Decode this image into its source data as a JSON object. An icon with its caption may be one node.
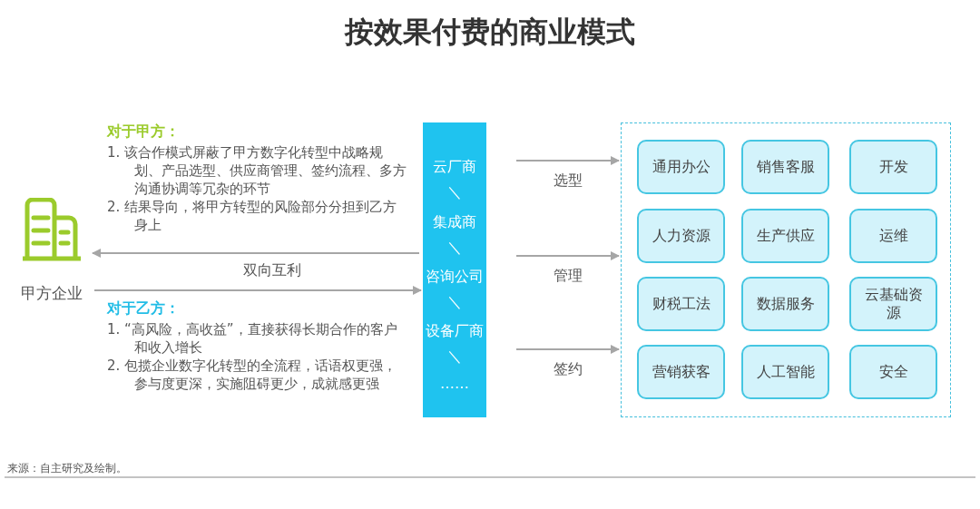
{
  "diagram": {
    "title": "按效果付费的商业模式",
    "nodes": [
      {
        "text": [
          "甲方企业"
        ]
      },
      {
        "text": [
          "云厂商",
          "＼",
          "集成商",
          "＼",
          "咨询公司",
          "＼",
          "设备厂商",
          "＼",
          "……"
        ]
      },
      {
        "text": [],
        "shape": "box"
      },
      {
        "text": [
          "通用办公"
        ],
        "in": 2
      },
      {
        "text": [
          "销售客服"
        ],
        "in": 2
      },
      {
        "text": [
          "开发"
        ],
        "in": 2
      },
      {
        "text": [
          "人力资源"
        ],
        "in": 2
      },
      {
        "text": [
          "生产供应"
        ],
        "in": 2
      },
      {
        "text": [
          "运维"
        ],
        "in": 2
      },
      {
        "text": [
          "财税工法"
        ],
        "in": 2
      },
      {
        "text": [
          "数据服务"
        ],
        "in": 2
      },
      {
        "text": [
          "云基础资源"
        ],
        "in": 2
      },
      {
        "text": [
          "营销获客"
        ],
        "in": 2
      },
      {
        "text": [
          "人工智能"
        ],
        "in": 2
      },
      {
        "text": [
          "安全"
        ],
        "in": 2
      }
    ],
    "edges": [
      {
        "from": 1,
        "to": 0,
        "arrow": "to"
      },
      {
        "from": 0,
        "to": 1,
        "arrow": "to"
      },
      {
        "from": 1,
        "to": 2,
        "arrow": "to",
        "label": "选型"
      },
      {
        "from": 1,
        "to": 2,
        "arrow": "to",
        "label": "管理"
      },
      {
        "from": 1,
        "to": 2,
        "arrow": "to",
        "label": "签约"
      }
    ],
    "labels": [
      "对于甲方：",
      "1. 该合作模式屏蔽了甲方数字化转型中战略规划、产品选型、供应商管理、签约流程、多方沟通协调等冗杂的环节",
      "2. 结果导向，将甲方转型的风险部分分担到乙方身上",
      "双向互利",
      "对于乙方：",
      "1. “高风险，高收益”，直接获得长期合作的客户和收入增长",
      "2. 包揽企业数字化转型的全流程，话语权更强，参与度更深，实施阻碍更少，成就感更强",
      "来源：自主研究及绘制。"
    ]
  }
}
